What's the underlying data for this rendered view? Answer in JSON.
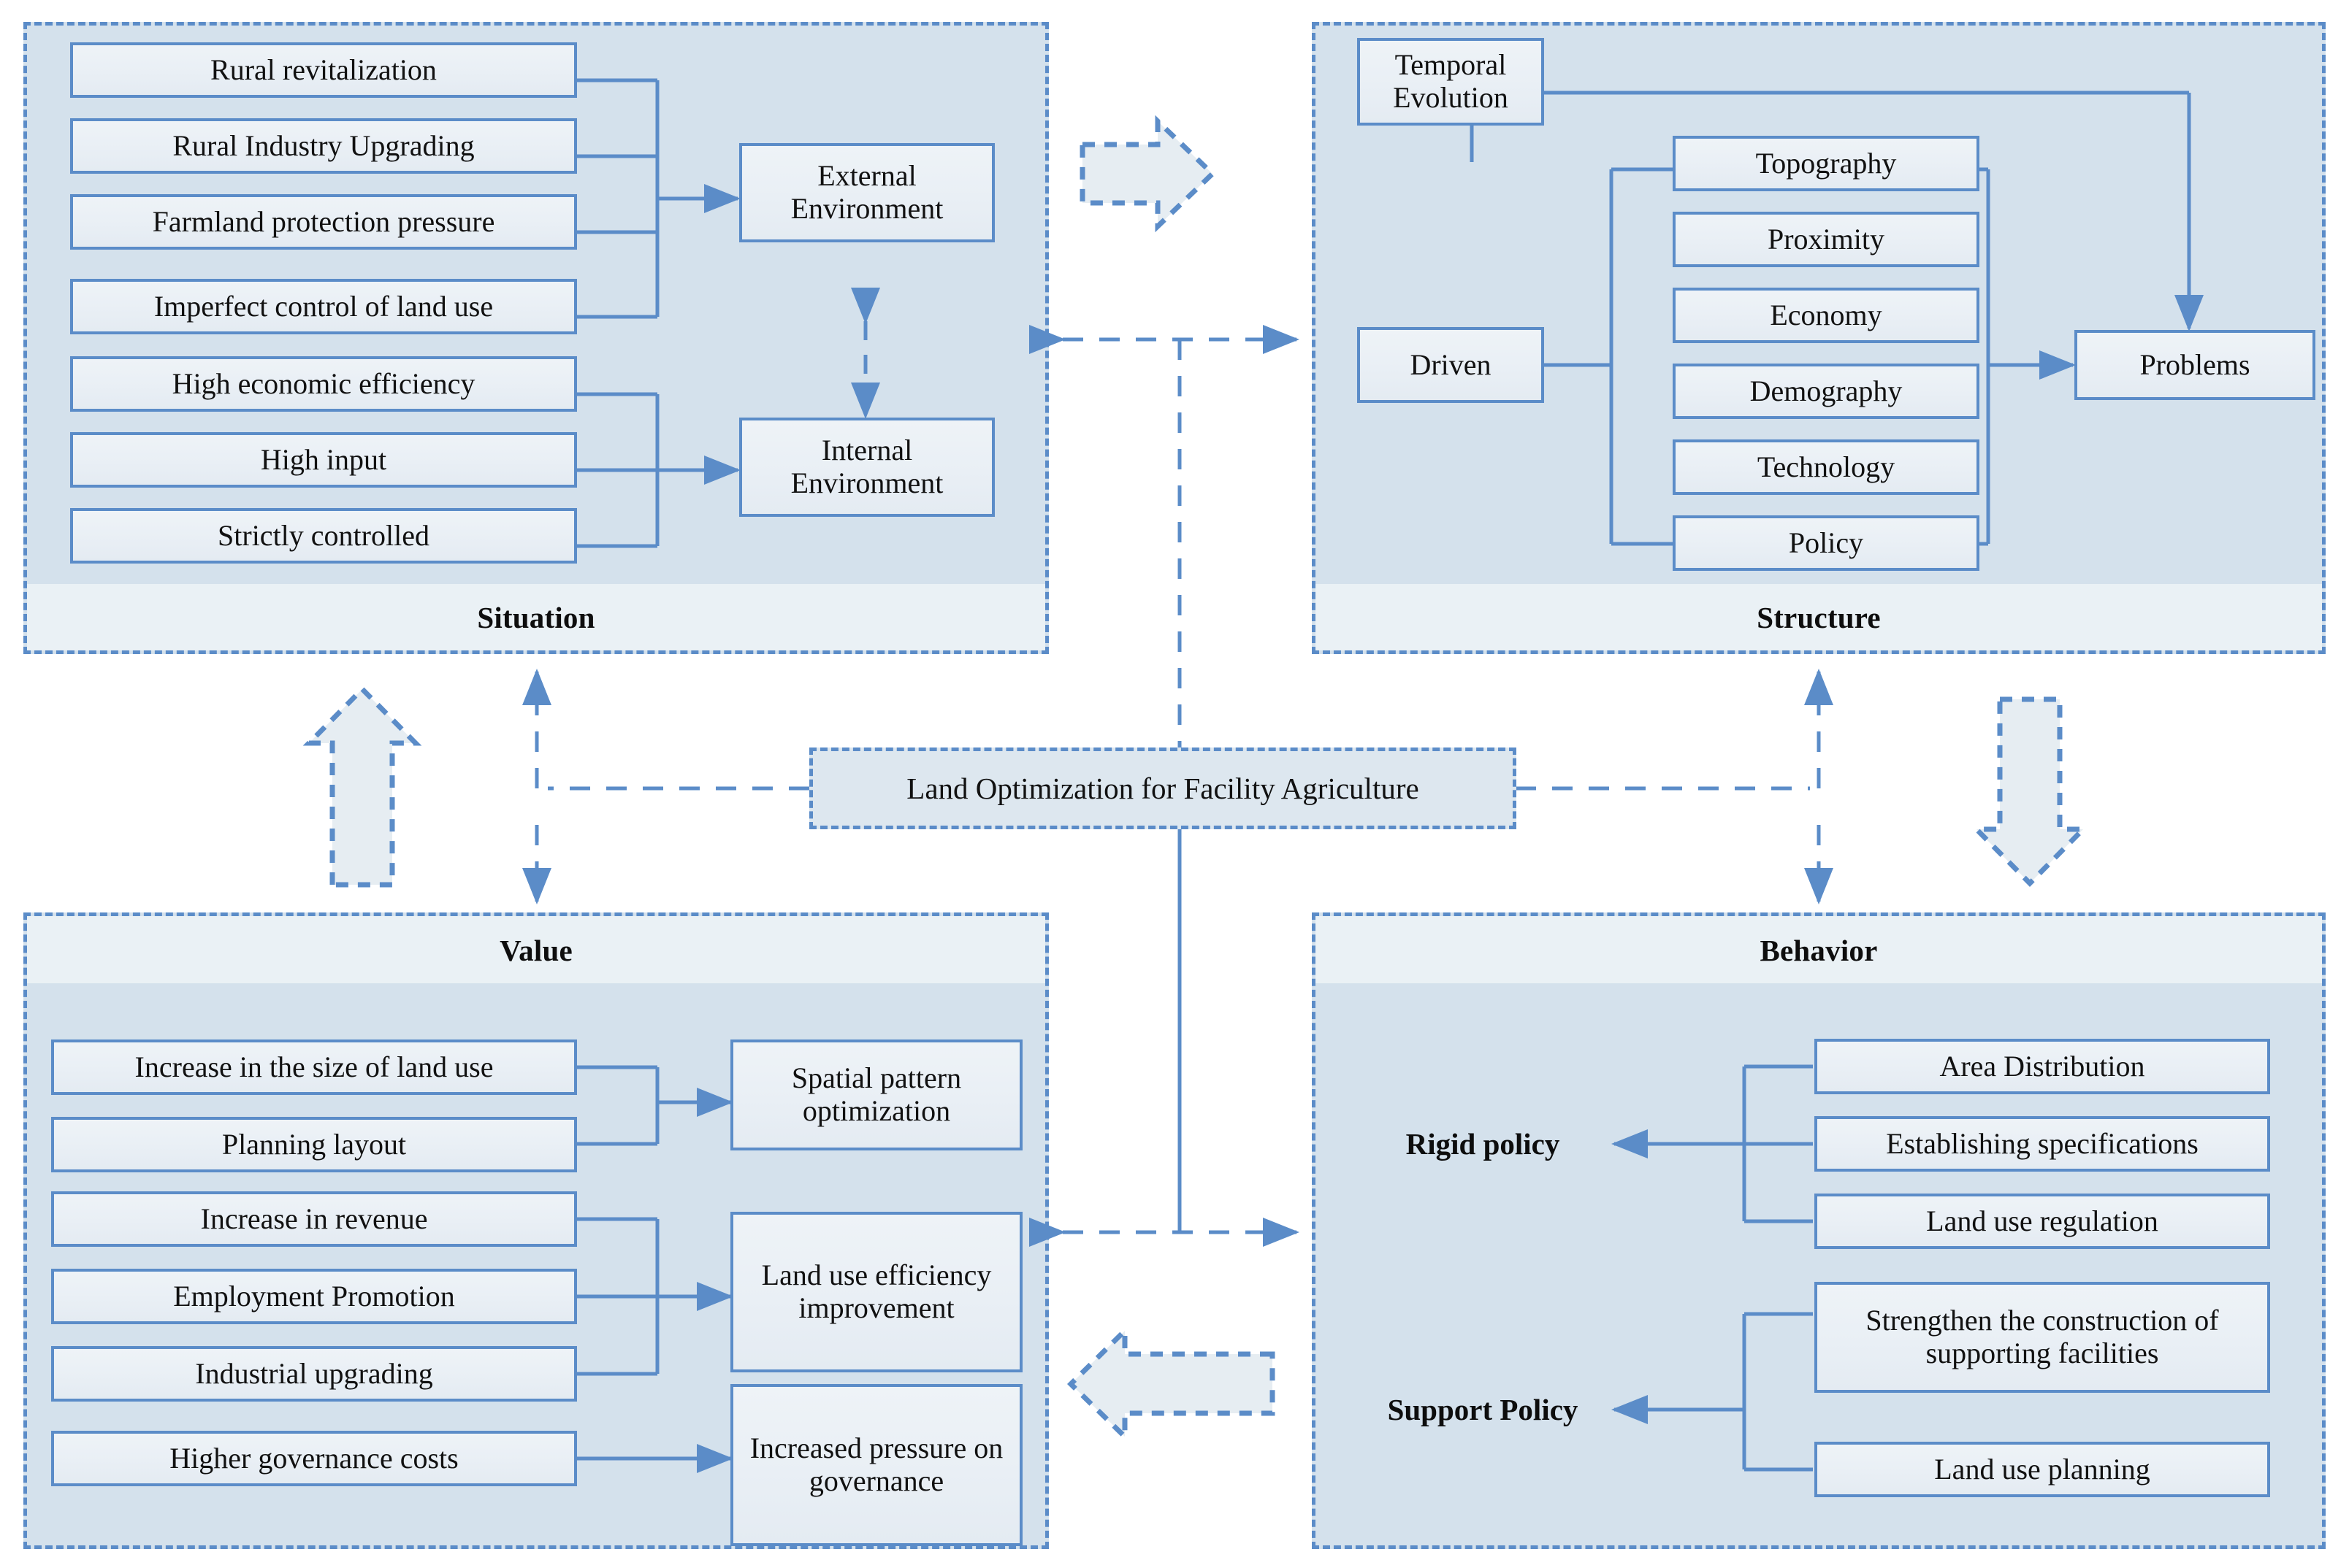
{
  "diagram": {
    "center_title": "Land Optimization for Facility Agriculture",
    "colors": {
      "panel_fill": "#d4e1ec",
      "panel_border": "#5b8cc8",
      "node_fill": "#eaf0f6",
      "node_border": "#5b8cc8",
      "strip_fill": "#eaf1f5",
      "arrow": "#5b8cc8",
      "text": "#111111"
    }
  },
  "quadrants": {
    "situation": {
      "title": "Situation",
      "external_inputs": [
        "Rural revitalization",
        "Rural Industry Upgrading",
        "Farmland protection pressure",
        "Imperfect control of land use"
      ],
      "internal_inputs": [
        "High economic efficiency",
        "High input",
        "Strictly controlled"
      ],
      "targets": [
        "External Environment",
        "Internal Environment"
      ]
    },
    "structure": {
      "title": "Structure",
      "temporal": "Temporal Evolution",
      "driven": "Driven",
      "factors": [
        "Topography",
        "Proximity",
        "Economy",
        "Demography",
        "Technology",
        "Policy"
      ],
      "result": "Problems"
    },
    "value": {
      "title": "Value",
      "groups": [
        {
          "inputs": [
            "Increase in the size of land use",
            "Planning layout"
          ],
          "output": "Spatial pattern optimization"
        },
        {
          "inputs": [
            "Increase in revenue",
            "Employment Promotion",
            "Industrial upgrading"
          ],
          "output": "Land use efficiency improvement"
        },
        {
          "inputs": [
            "Higher governance costs"
          ],
          "output": "Increased pressure on governance"
        }
      ]
    },
    "behavior": {
      "title": "Behavior",
      "groups": [
        {
          "label": "Rigid   policy",
          "items": [
            "Area Distribution",
            "Establishing specifications",
            "Land use regulation"
          ]
        },
        {
          "label": "Support Policy",
          "items": [
            "Strengthen the construction of supporting facilities",
            "Land use planning"
          ]
        }
      ]
    }
  },
  "connectors": {
    "block_arrows": [
      {
        "name": "situation-to-structure",
        "direction": "right"
      },
      {
        "name": "structure-to-behavior",
        "direction": "down"
      },
      {
        "name": "behavior-to-value",
        "direction": "left"
      },
      {
        "name": "value-to-situation",
        "direction": "up"
      }
    ],
    "dashed_links": [
      {
        "name": "situation-structure-link",
        "direction": "bidirectional-horizontal"
      },
      {
        "name": "value-behavior-link",
        "direction": "bidirectional-horizontal"
      },
      {
        "name": "center-to-situation",
        "direction": "up"
      },
      {
        "name": "center-to-value",
        "direction": "down"
      },
      {
        "name": "center-to-structure-left",
        "direction": "left"
      },
      {
        "name": "center-to-behavior-right",
        "direction": "right"
      },
      {
        "name": "external-internal-environment",
        "direction": "bidirectional-vertical"
      }
    ]
  }
}
